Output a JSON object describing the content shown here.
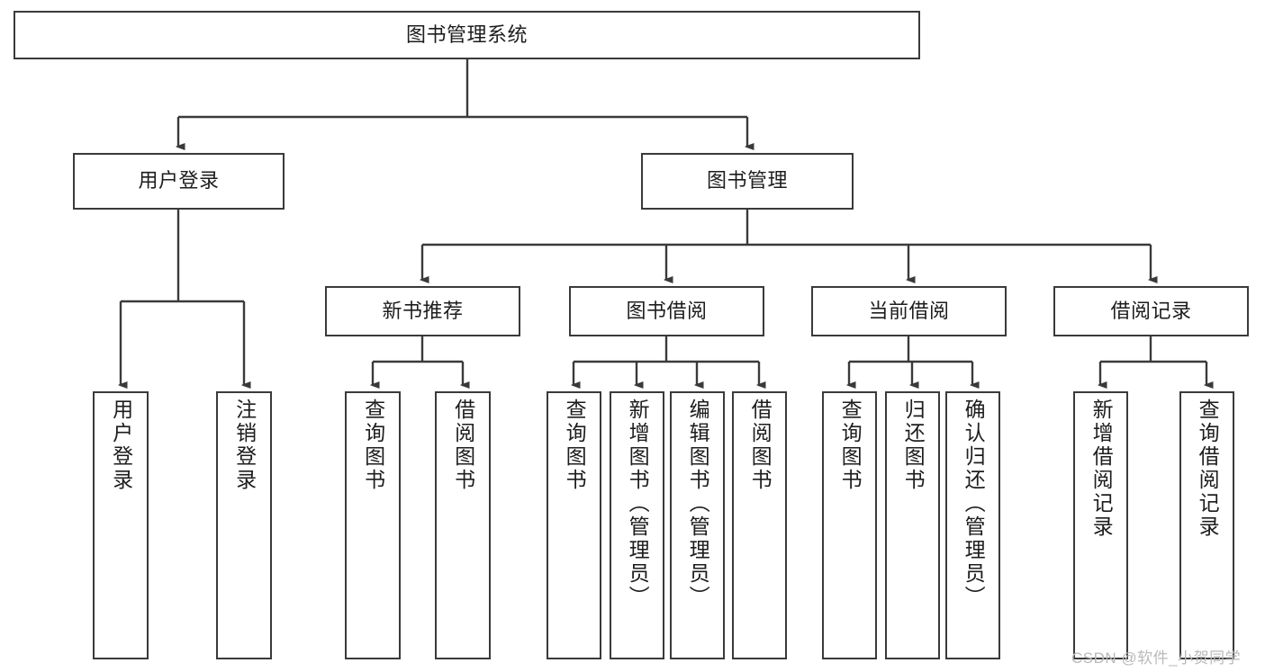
{
  "diagram": {
    "title": "图书管理系统",
    "type": "tree-hierarchy",
    "root": {
      "label": "图书管理系统"
    },
    "level2": [
      {
        "label": "用户登录"
      },
      {
        "label": "图书管理"
      }
    ],
    "level3": [
      {
        "label": "新书推荐"
      },
      {
        "label": "图书借阅"
      },
      {
        "label": "当前借阅"
      },
      {
        "label": "借阅记录"
      }
    ],
    "leaves": {
      "user_login": [
        {
          "label": "用户登录"
        },
        {
          "label": "注销登录"
        }
      ],
      "new_book_recommend": [
        {
          "label": "查询图书"
        },
        {
          "label": "借阅图书"
        }
      ],
      "book_borrow": [
        {
          "label": "查询图书"
        },
        {
          "label": "新增图书（管理员）"
        },
        {
          "label": "编辑图书（管理员）"
        },
        {
          "label": "借阅图书"
        }
      ],
      "current_borrow": [
        {
          "label": "查询图书"
        },
        {
          "label": "归还图书"
        },
        {
          "label": "确认归还（管理员）"
        }
      ],
      "borrow_record": [
        {
          "label": "新增借阅记录"
        },
        {
          "label": "查询借阅记录"
        }
      ]
    }
  },
  "watermark": {
    "text": "CSDN @软件_小贺同学"
  },
  "colors": {
    "border": "#3a3a3a",
    "background": "#ffffff",
    "text": "#1d1d1d",
    "watermark": "#b9b9b9"
  }
}
